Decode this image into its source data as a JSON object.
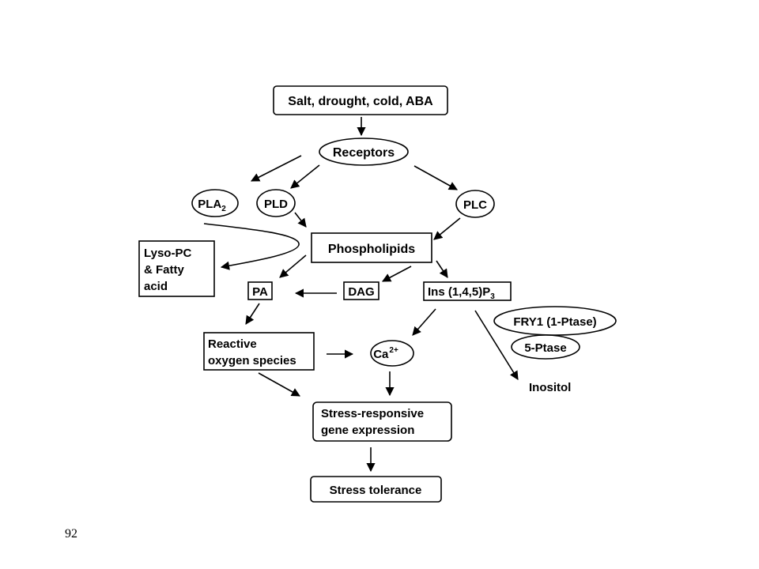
{
  "diagram": {
    "nodes": {
      "stimuli": "Salt, drought, cold, ABA",
      "receptors": "Receptors",
      "pla2_main": "PLA",
      "pla2_sub": "2",
      "pld": "PLD",
      "plc": "PLC",
      "phospholipids": "Phospholipids",
      "lyso_line1": "Lyso-PC",
      "lyso_line2": "& Fatty",
      "lyso_line3": "acid",
      "pa": "PA",
      "dag": "DAG",
      "ins_main": "Ins (1,4,5)P",
      "ins_sub": "3",
      "fry1": "FRY1 (1-Ptase)",
      "ptase5": "5-Ptase",
      "ros_line1": "Reactive",
      "ros_line2": "oxygen species",
      "ca_main": "Ca",
      "ca_sup": "2+",
      "inositol": "Inositol",
      "gene_line1": "Stress-responsive",
      "gene_line2": "gene expression",
      "tolerance": "Stress tolerance"
    }
  },
  "page_number": "92"
}
